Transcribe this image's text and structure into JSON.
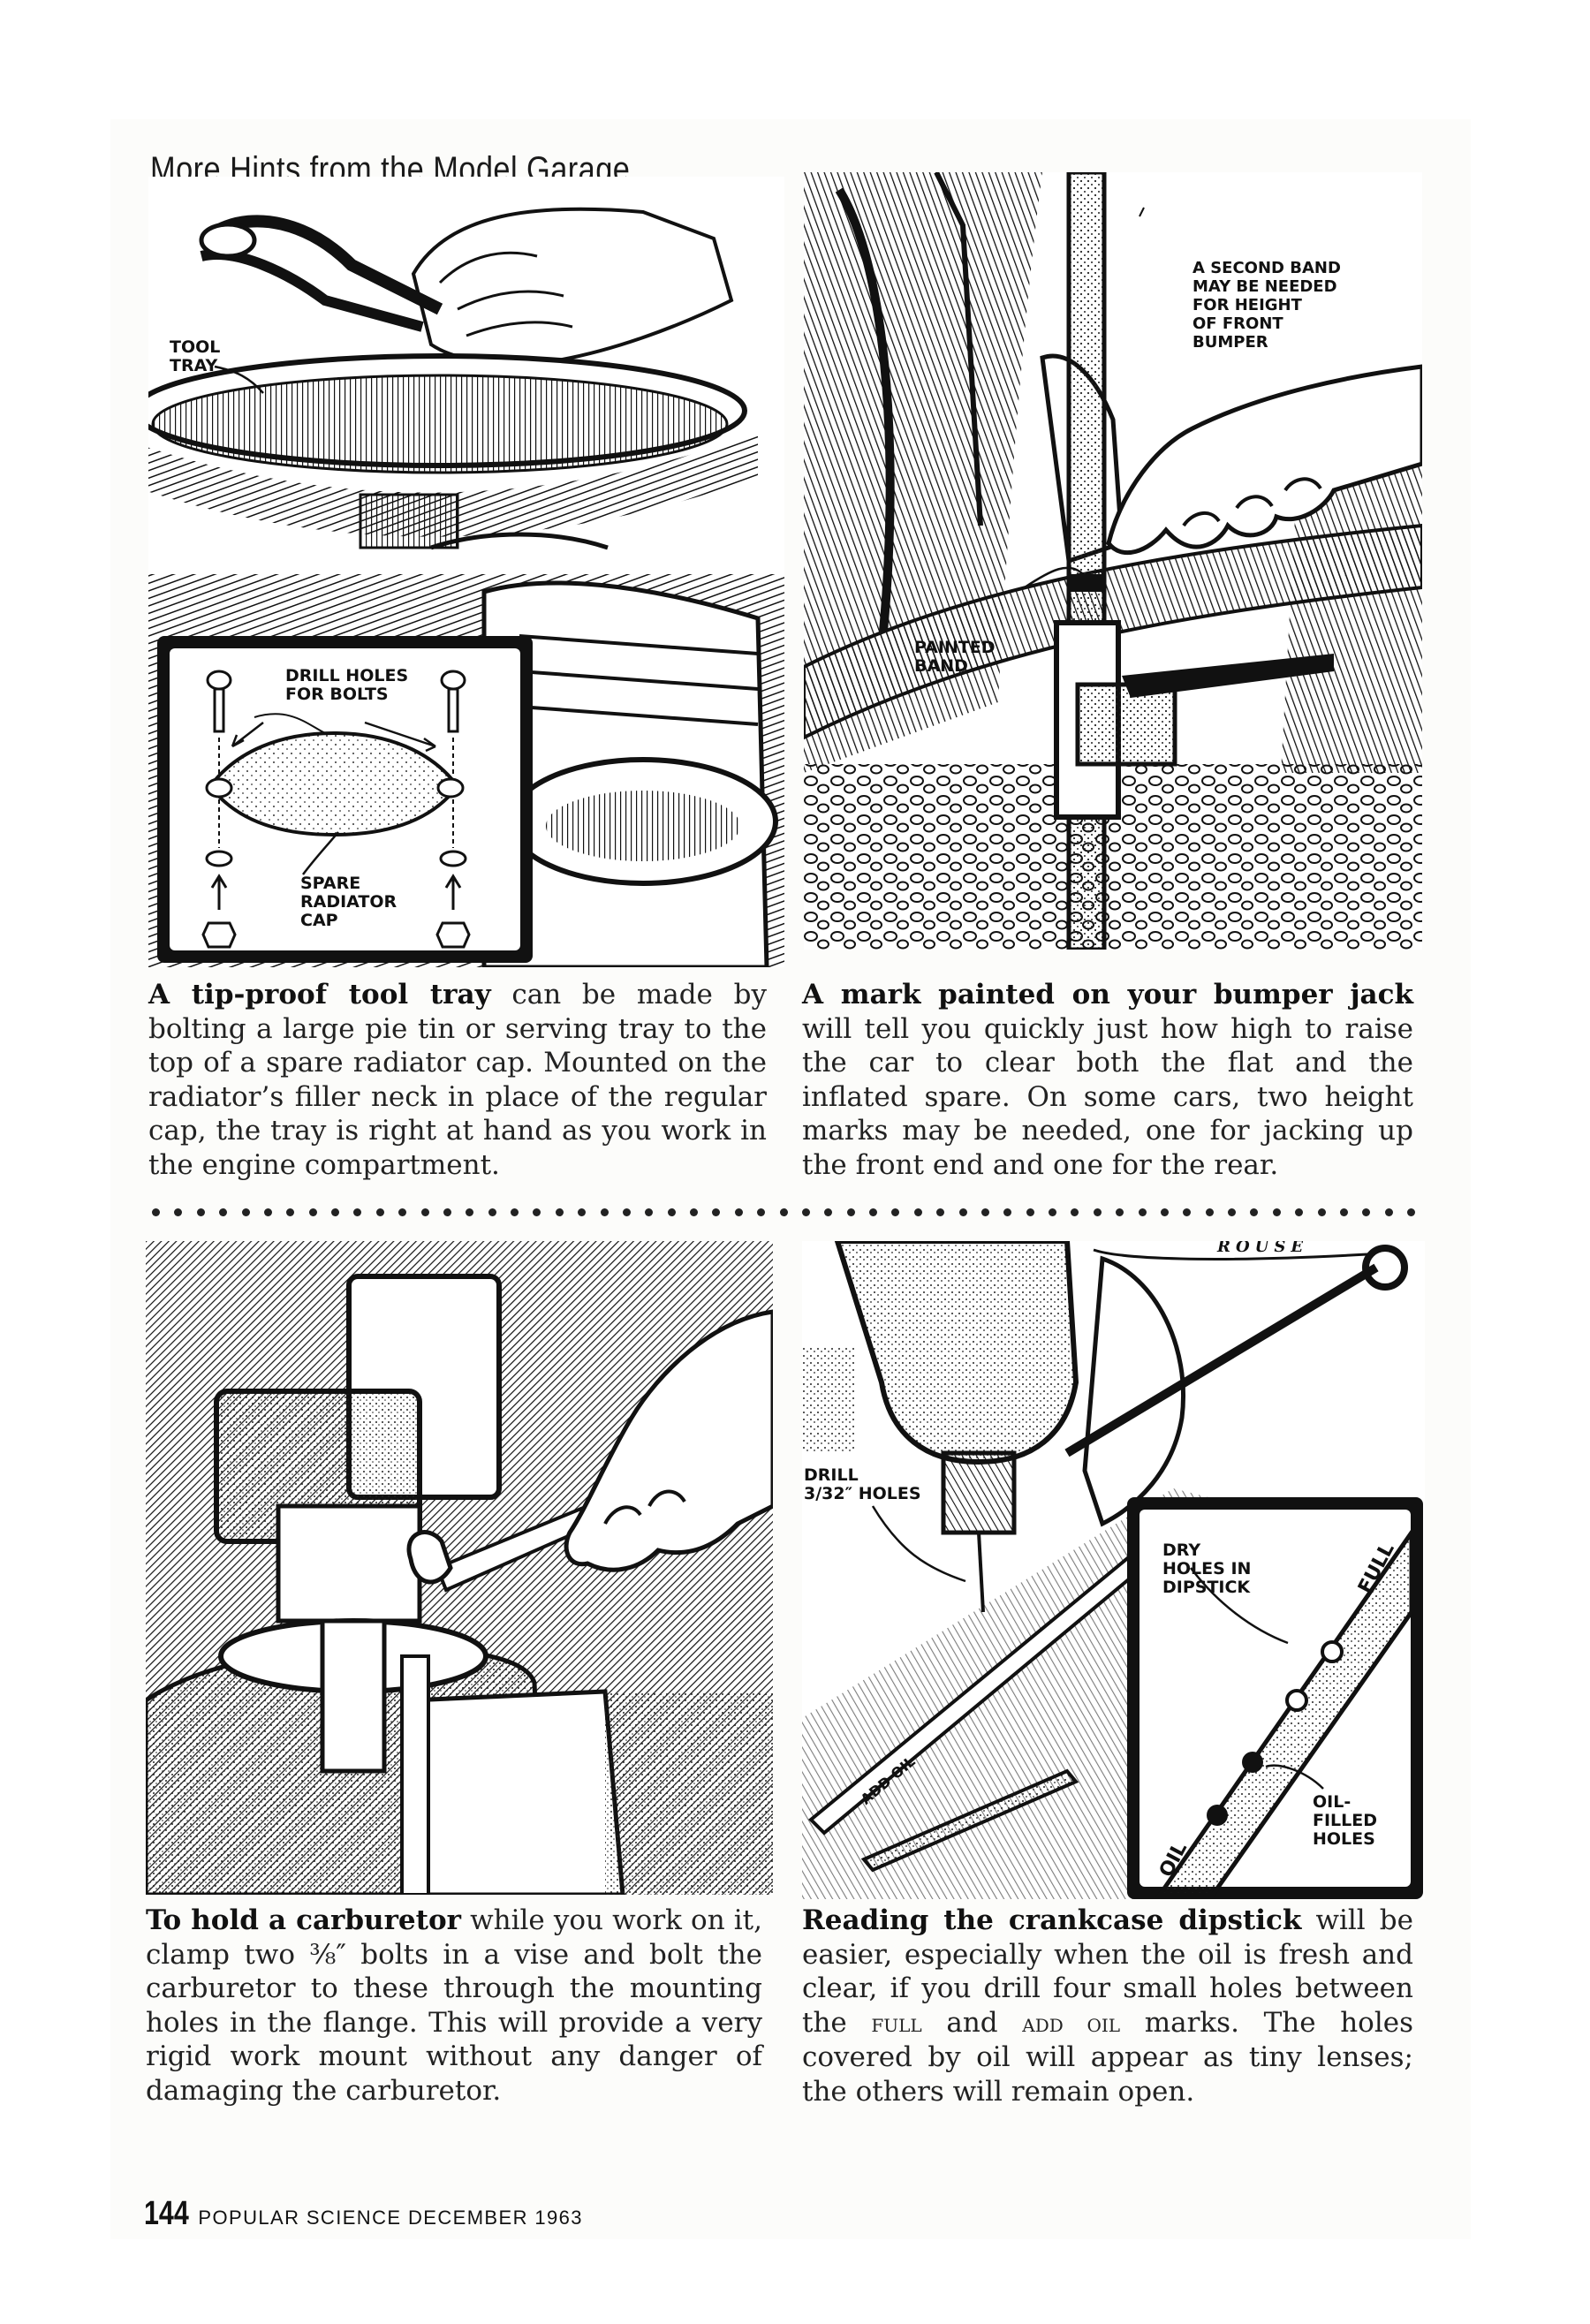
{
  "header": {
    "title": "More Hints from the Model Garage"
  },
  "panel1": {
    "callouts": {
      "tool_tray": "TOOL\nTRAY",
      "drill_holes": "DRILL HOLES\nFOR BOLTS",
      "spare_cap": "SPARE\nRADIATOR\nCAP"
    },
    "caption": {
      "lead": "A tip-proof tool tray",
      "body": " can be made by bolting a large pie tin or serving tray to the top of a spare radiator cap. Mounted on the radiator’s filler neck in place of the regular cap, the tray is right at hand as you work in the engine compartment."
    }
  },
  "panel2": {
    "callouts": {
      "second_band": "A SECOND BAND\nMAY BE NEEDED\nFOR HEIGHT\nOF FRONT\nBUMPER",
      "painted_band": "PAINTED\nBAND"
    },
    "caption": {
      "lead": "A mark painted on your bumper jack",
      "body": " will tell you quickly just how high to raise the car to clear both the flat and the inflated spare. On some cars, two height marks may be needed, one for jacking up the front end and one for the rear."
    }
  },
  "panel3": {
    "caption": {
      "lead": "To hold a carburetor",
      "body": " while you work on it, clamp two ⅜″ bolts in a vise and bolt the carburetor to these through the mounting holes in the flange. This will provide a very rigid work mount without any danger of damaging the carburetor."
    }
  },
  "panel4": {
    "signature": "ROUSE",
    "callouts": {
      "drill_holes": "DRILL\n3/32″ HOLES",
      "dry_holes": "DRY\nHOLES IN\nDIPSTICK",
      "oil_holes": "OIL-\nFILLED\nHOLES",
      "full_mark": "FULL",
      "add_oil_mark": "ADD OIL",
      "oil_mark": "OIL"
    },
    "caption": {
      "lead": "Reading the crankcase dipstick",
      "body1": " will be easier, especially when the oil is fresh and clear, if you drill four small holes between the ",
      "full": "full",
      "body2": " and ",
      "add_oil": "add oil",
      "body3": " marks. The holes covered by oil will appear as tiny lenses; the others will remain open."
    }
  },
  "footer": {
    "page_number": "144",
    "publication": "POPULAR SCIENCE DECEMBER 1963"
  }
}
